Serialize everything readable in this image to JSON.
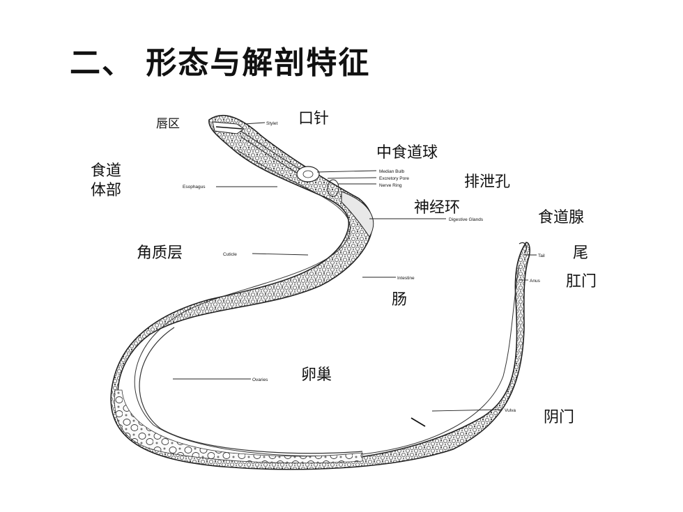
{
  "slide": {
    "title": "二、  形态与解剖特征"
  },
  "diagram": {
    "labels_cn": {
      "lip_region": "唇区",
      "stylet": "口针",
      "median_bulb": "中食道球",
      "esophagus_line1": "食道",
      "esophagus_line2": "体部",
      "excretory_pore": "排泄孔",
      "nerve_ring": "神经环",
      "digestive_glands": "食道腺",
      "cuticle": "角质层",
      "tail": "尾",
      "anus": "肛门",
      "intestine": "肠",
      "ovaries": "卵巢",
      "vulva": "阴门"
    },
    "labels_en": {
      "stylet": "Stylet",
      "median_bulb": "Median Bulb",
      "excretory_pore": "Excretory Pore",
      "nerve_ring": "Nerve Ring",
      "esophagus": "Esophagus",
      "digestive_glands": "Digestive Glands",
      "cuticle": "Cuticle",
      "tail": "Tail",
      "anus": "Anus",
      "intestine": "Intestine",
      "ovaries": "Ovaries",
      "vulva": "Vulva"
    }
  }
}
